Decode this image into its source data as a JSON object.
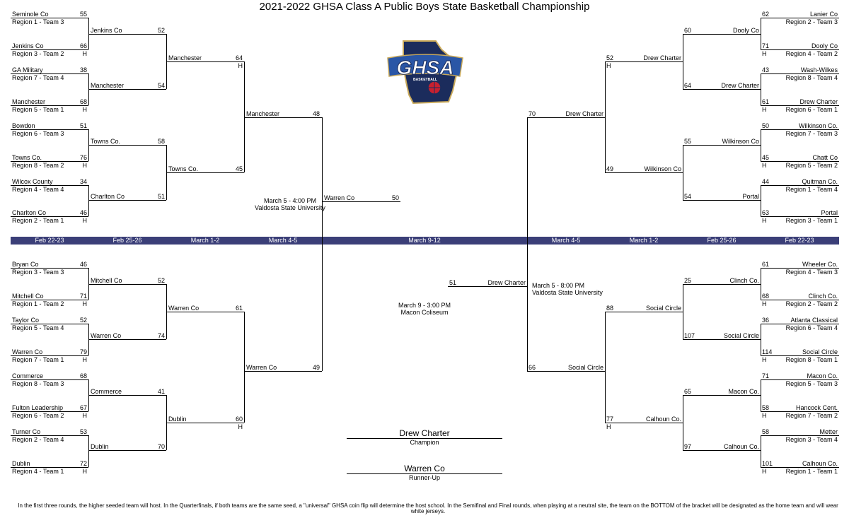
{
  "title": "2021-2022 GHSA Class A Public Boys State Basketball Championship",
  "logo": {
    "text": "GHSA",
    "subtext": "BASKETBALL",
    "colors": {
      "navy": "#1b2c5c",
      "blue": "#2a56a6",
      "red": "#c8202f",
      "gold": "#c9a95a"
    }
  },
  "colors": {
    "round_bar": "#3b3f78",
    "line": "#000000"
  },
  "rounds_left": [
    "Feb 22-23",
    "Feb 25-26",
    "March 1-2",
    "March 4-5"
  ],
  "final_round": "March 9-12",
  "rounds_right": [
    "March 4-5",
    "March 1-2",
    "Feb 25-26",
    "Feb 22-23"
  ],
  "home_marker": "H",
  "r1_left": [
    {
      "team": "Seminole Co",
      "seed": "Region 1 - Team 3",
      "score": "55"
    },
    {
      "team": "Jenkins Co",
      "seed": "Region 3 - Team 2",
      "score": "66",
      "home": true
    },
    {
      "team": "GA Military",
      "seed": "Region 7 - Team 4",
      "score": "38"
    },
    {
      "team": "Manchester",
      "seed": "Region 5 - Team 1",
      "score": "68",
      "home": true
    },
    {
      "team": "Bowdon",
      "seed": "Region 6 - Team 3",
      "score": "51"
    },
    {
      "team": "Towns Co.",
      "seed": "Region 8 - Team 2",
      "score": "76",
      "home": true
    },
    {
      "team": "Wilcox County",
      "seed": "Region 4 - Team 4",
      "score": "34"
    },
    {
      "team": "Charlton Co",
      "seed": "Region 2 - Team 1",
      "score": "46",
      "home": true
    },
    {
      "team": "Bryan Co",
      "seed": "Region 3 - Team 3",
      "score": "46"
    },
    {
      "team": "Mitchell Co",
      "seed": "Region 1 - Team 2",
      "score": "71",
      "home": true
    },
    {
      "team": "Taylor Co",
      "seed": "Region 5 - Team 4",
      "score": "52"
    },
    {
      "team": "Warren Co",
      "seed": "Region 7 - Team 1",
      "score": "79",
      "home": true
    },
    {
      "team": "Commerce",
      "seed": "Region 8 - Team 3",
      "score": "68"
    },
    {
      "team": "Fulton Leadership",
      "seed": "Region 6 - Team 2",
      "score": "67",
      "home": true
    },
    {
      "team": "Turner Co",
      "seed": "Region 2 - Team 4",
      "score": "53"
    },
    {
      "team": "Dublin",
      "seed": "Region 4 - Team 1",
      "score": "72",
      "home": true
    }
  ],
  "r2_left": [
    {
      "team": "Jenkins Co",
      "score": "52"
    },
    {
      "team": "Manchester",
      "score": "54"
    },
    {
      "team": "Towns Co.",
      "score": "58"
    },
    {
      "team": "Charlton Co",
      "score": "51"
    },
    {
      "team": "Mitchell Co",
      "score": "52"
    },
    {
      "team": "Warren Co",
      "score": "74"
    },
    {
      "team": "Commerce",
      "score": "41"
    },
    {
      "team": "Dublin",
      "score": "70"
    }
  ],
  "r3_left": [
    {
      "team": "Manchester",
      "score": "64",
      "home": true
    },
    {
      "team": "Towns Co.",
      "score": "45"
    },
    {
      "team": "Warren Co",
      "score": "61"
    },
    {
      "team": "Dublin",
      "score": "60",
      "home": true
    }
  ],
  "r4_left": [
    {
      "team": "Manchester",
      "score": "48"
    },
    {
      "team": "Warren Co",
      "score": "49"
    }
  ],
  "semi_left": {
    "team": "Warren Co",
    "score": "50"
  },
  "semi_left_info": [
    "March 5 - 4:00 PM",
    "Valdosta State University"
  ],
  "r1_right": [
    {
      "team": "Lanier Co",
      "seed": "Region 2 - Team 3",
      "score": "62"
    },
    {
      "team": "Dooly Co",
      "seed": "Region 4 - Team 2",
      "score": "71",
      "home": true
    },
    {
      "team": "Wash-Wilkes",
      "seed": "Region  8 - Team 4",
      "score": "43"
    },
    {
      "team": "Drew Charter",
      "seed": "Region 6 - Team 1",
      "score": "61",
      "home": true
    },
    {
      "team": "Wilkinson Co.",
      "seed": "Region 7 - Team 3",
      "score": "50"
    },
    {
      "team": "Chatt Co",
      "seed": "Region 5 - Team 2",
      "score": "45",
      "home": true
    },
    {
      "team": "Quitman Co.",
      "seed": "Region 1 - Team 4",
      "score": "44"
    },
    {
      "team": "Portal",
      "seed": "Region 3 - Team 1",
      "score": "63",
      "home": true
    },
    {
      "team": "Wheeler Co.",
      "seed": "Region 4 - Team 3",
      "score": "61"
    },
    {
      "team": "Clinch  Co.",
      "seed": "Region 2 - Team 2",
      "score": "68",
      "home": true
    },
    {
      "team": "Atlanta Classical",
      "seed": "Region 6 - Team 4",
      "score": "36"
    },
    {
      "team": "Social Circle",
      "seed": "Region 8 - Team 1",
      "score": "114",
      "home": true
    },
    {
      "team": "Macon Co.",
      "seed": "Region 5 - Team 3",
      "score": "71"
    },
    {
      "team": "Hancock Cent.",
      "seed": "Region 7 - Team 2",
      "score": "58",
      "home": true
    },
    {
      "team": "Metter",
      "seed": "Region 3 - Team 4",
      "score": "58"
    },
    {
      "team": "Calhoun Co.",
      "seed": "Region 1 - Team 1",
      "score": "101",
      "home": true
    }
  ],
  "r2_right": [
    {
      "team": "Dooly Co",
      "score": "60"
    },
    {
      "team": "Drew Charter",
      "score": "64"
    },
    {
      "team": "Wilkinson Co",
      "score": "55"
    },
    {
      "team": "Portal",
      "score": "54"
    },
    {
      "team": "Clinch  Co.",
      "score": "25"
    },
    {
      "team": "Social Circle",
      "score": "107"
    },
    {
      "team": "Macon Co.",
      "score": "65"
    },
    {
      "team": "Calhoun Co.",
      "score": "97"
    }
  ],
  "r3_right": [
    {
      "team": "Drew Charter",
      "score": "52",
      "home": true
    },
    {
      "team": "Wilkinson Co",
      "score": "49"
    },
    {
      "team": "Social Circle",
      "score": "88"
    },
    {
      "team": "Calhoun Co.",
      "score": "77",
      "home": true
    }
  ],
  "r4_right": [
    {
      "team": "Drew Charter",
      "score": "70"
    },
    {
      "team": "Social Circle",
      "score": "66"
    }
  ],
  "semi_right": {
    "team": "Drew Charter",
    "score": "51"
  },
  "semi_right_info": [
    "March 5 - 8:00 PM",
    "Valdosta State University"
  ],
  "final_info": [
    "March 9 - 3:00 PM",
    "Macon Coliseum"
  ],
  "champion": {
    "team": "Drew Charter",
    "label": "Champion"
  },
  "runner_up": {
    "team": "Warren Co",
    "label": "Runner-Up"
  },
  "footnote": "In the first three rounds, the higher seeded team will host. In the Quarterfinals, if both teams are the same seed, a \"universal\" GHSA coin flip will determine the host school. In the Semifinal and Final rounds, when playing at a neutral site, the team on the BOTTOM of the bracket will be designated as the home team and will wear white jerseys."
}
